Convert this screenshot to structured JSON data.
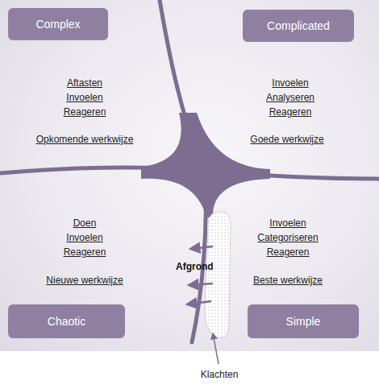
{
  "diagram": {
    "nodes": [
      {
        "text": [
          "Complex"
        ]
      },
      {
        "text": [
          "Complicated"
        ]
      },
      {
        "text": [
          "Chaotic"
        ]
      },
      {
        "text": [
          "Simple"
        ]
      },
      {
        "text": [
          "Afgrond"
        ]
      }
    ],
    "labels": [
      "Aftasten",
      "Invoelen",
      "Reageren",
      "Opkomende werkwijze",
      "Invoelen",
      "Analyseren",
      "Reageren",
      "Goede werkwijze",
      "Doen",
      "Invoelen",
      "Reageren",
      "Nieuwe werkwijze",
      "Invoelen",
      "Categoriseren",
      "Reageren",
      "Beste werkwijze",
      "Klachten"
    ]
  }
}
